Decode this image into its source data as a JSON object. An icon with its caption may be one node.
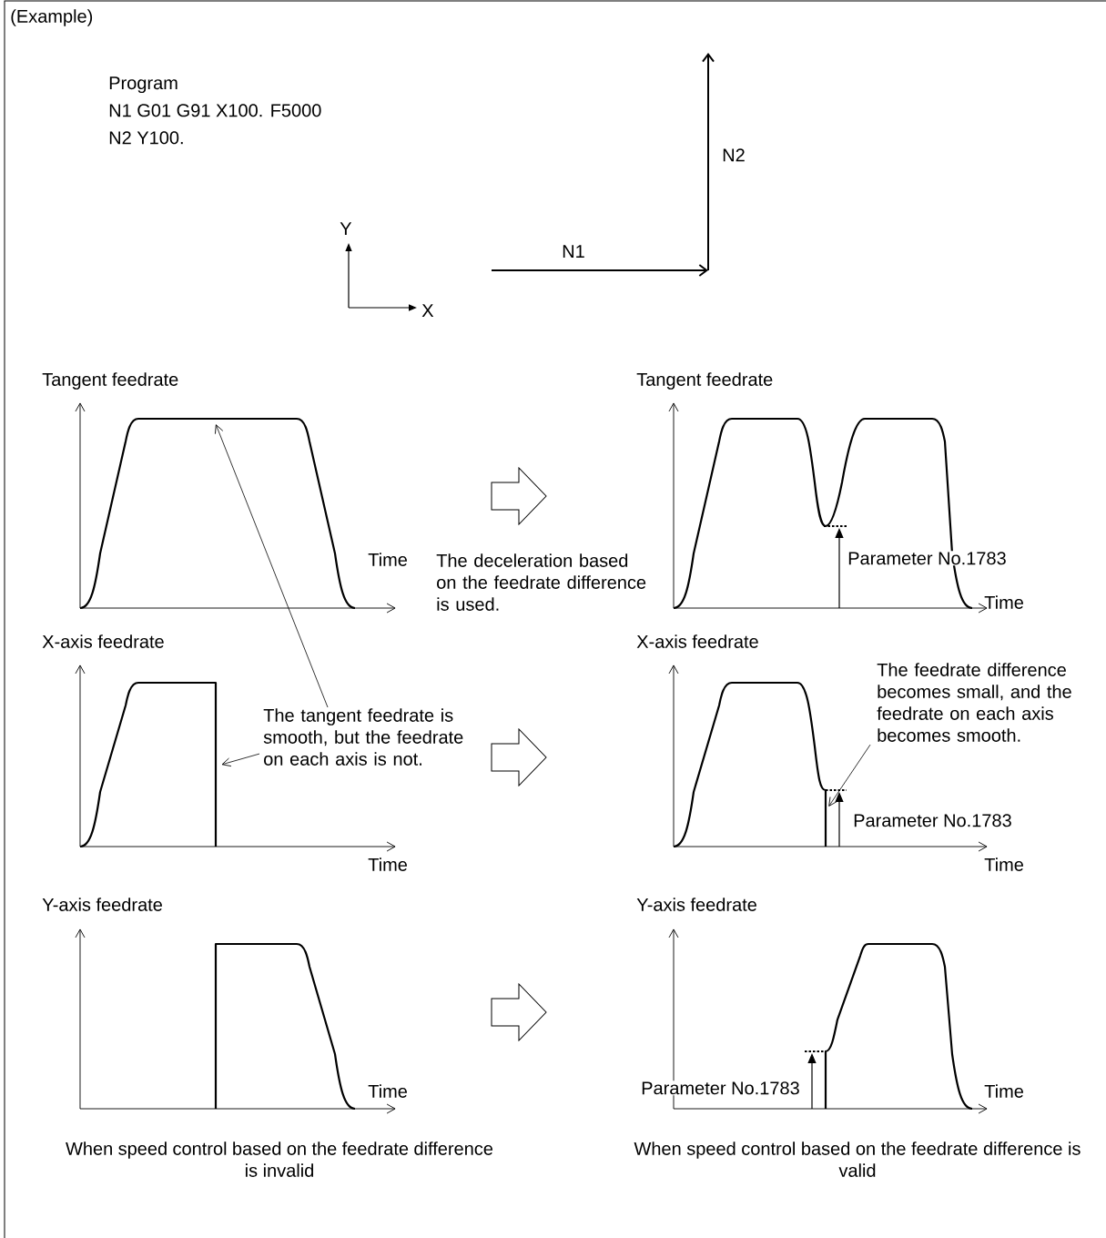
{
  "diagram": {
    "nodes": [
      {
        "text": [
          "The tangent feedrate is smooth, but the feedrate on each axis is not."
        ]
      },
      {
        "text": [
          "The feedrate difference becomes small, and the feedrate on each axis becomes smooth."
        ]
      },
      {
        "text": [],
        "shape": "curve"
      },
      {
        "text": [],
        "shape": "curve"
      },
      {
        "text": [],
        "shape": "curve"
      }
    ],
    "edges": [
      {
        "from": 0,
        "to": 2,
        "arrow": "to"
      },
      {
        "from": 0,
        "to": 3,
        "arrow": "to"
      },
      {
        "from": 1,
        "to": 4,
        "arrow": "to"
      }
    ],
    "labels": [
      "(Example)",
      "Program",
      "N1 G01 G91 X100. F5000",
      "N2 Y100.",
      "N2",
      "Y",
      "N1",
      "X",
      "Tangent feedrate",
      "Tangent feedrate",
      "Time",
      "The deceleration based on the feedrate difference is used.",
      "Parameter No.1783",
      "Time",
      "X-axis feedrate",
      "X-axis feedrate",
      "Parameter No.1783",
      "Time",
      "Time",
      "Y-axis feedrate",
      "Y-axis feedrate",
      "Time",
      "Parameter No.1783",
      "Time",
      "When speed control based on the feedrate difference is invalid",
      "When speed control based on the feedrate difference is valid"
    ]
  }
}
